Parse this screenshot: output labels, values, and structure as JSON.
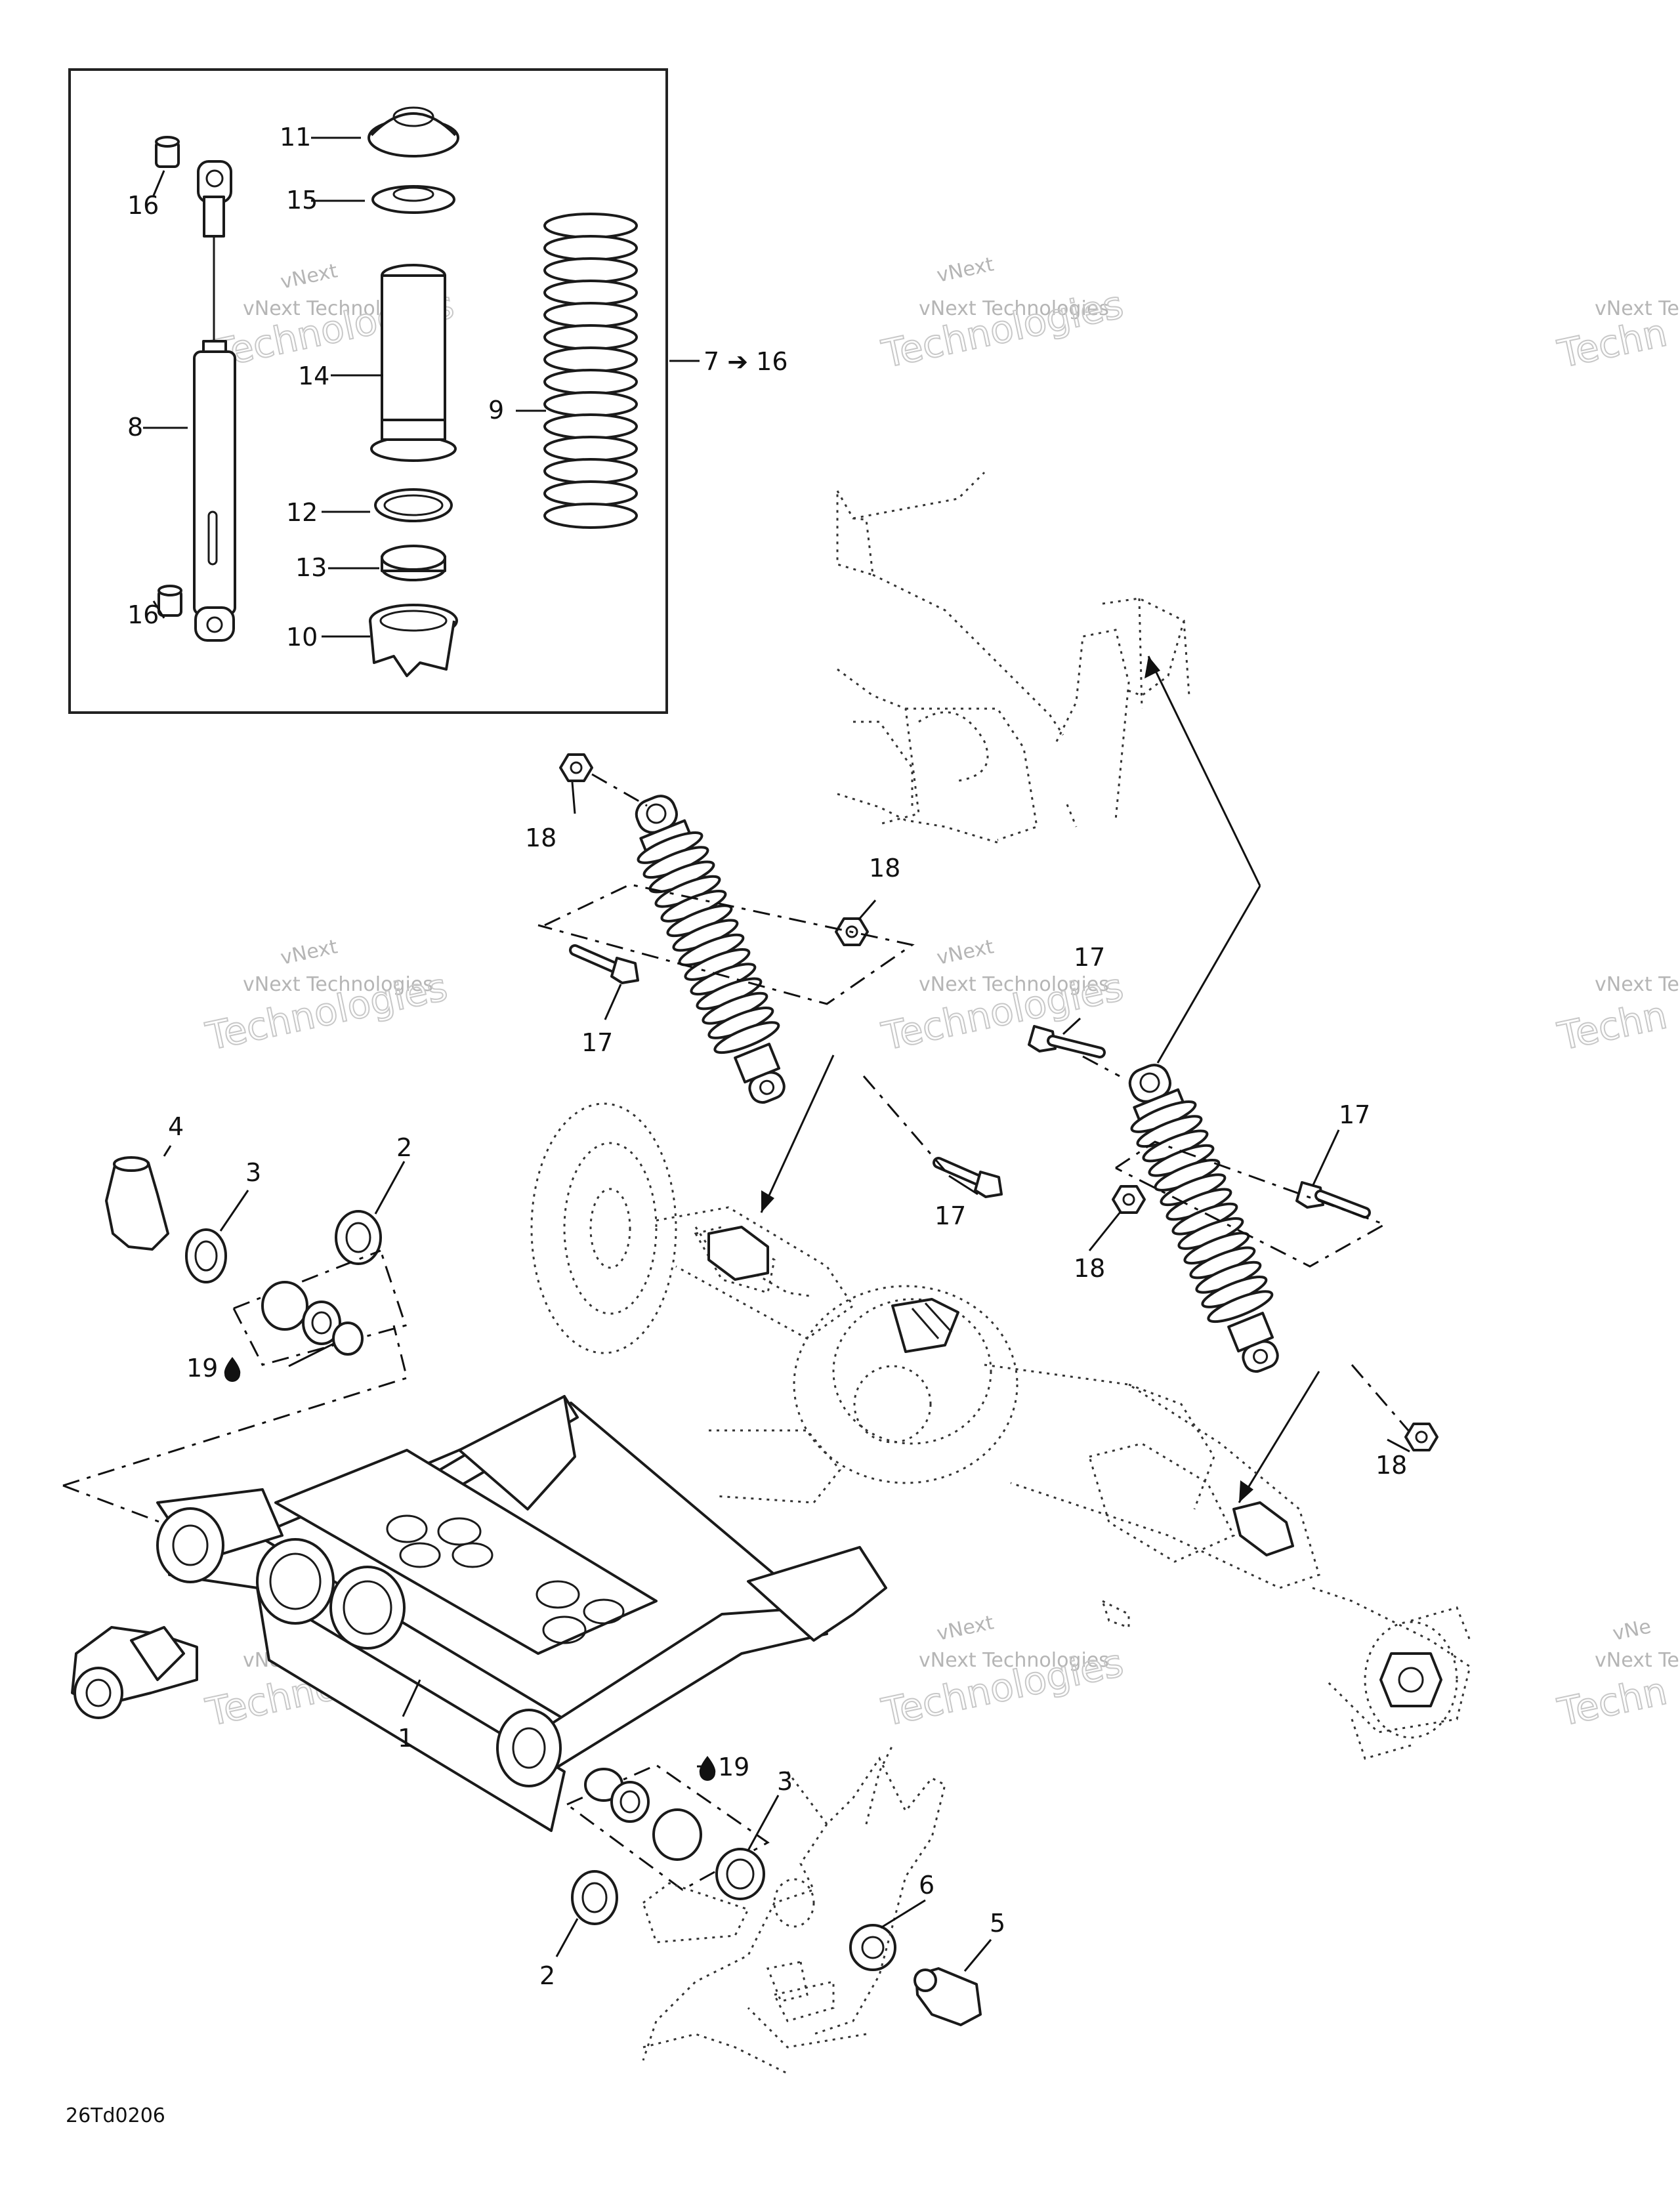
{
  "diagram": {
    "figure_code": "26Td0206",
    "watermark_top": "vNext",
    "watermark_line": "vNext Technologies",
    "watermark_big": "Technologies",
    "watermark_edge_1": "vNext Te",
    "watermark_edge_2": "vNe",
    "watermark_edge_3": "Techn",
    "oil_symbol": "droplet-icon",
    "callouts": {
      "c1": "1",
      "c2a": "2",
      "c2b": "2",
      "c3a": "3",
      "c3b": "3",
      "c4": "4",
      "c5": "5",
      "c6": "6",
      "c7_16": "7 ➔ 16",
      "c8": "8",
      "c9": "9",
      "c10": "10",
      "c11": "11",
      "c12": "12",
      "c13": "13",
      "c14": "14",
      "c15": "15",
      "c16a": "16",
      "c16b": "16",
      "c17a": "17",
      "c17b": "17",
      "c17c": "17",
      "c17d": "17",
      "c18a": "18",
      "c18b": "18",
      "c18c": "18",
      "c18d": "18",
      "c19a": "19",
      "c19b": "19"
    }
  }
}
